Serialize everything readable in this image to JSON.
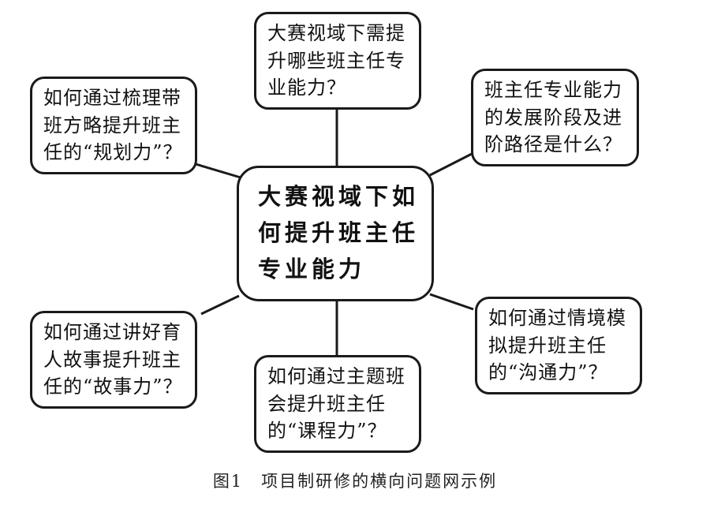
{
  "diagram": {
    "center": "大赛视域下如何提升班主任专业能力",
    "nodes": [
      {
        "id": "top",
        "text": "大赛视域下需提升哪些班主任专业能力？"
      },
      {
        "id": "upper-left",
        "text": "如何通过梳理带班方略提升班主任的“规划力”？"
      },
      {
        "id": "upper-right",
        "text": "班主任专业能力的发展阶段及进阶路径是什么？"
      },
      {
        "id": "lower-left",
        "text": "如何通过讲好育人故事提升班主任的“故事力”？"
      },
      {
        "id": "bottom",
        "text": "如何通过主题班会提升班主任的“课程力”？"
      },
      {
        "id": "lower-right",
        "text": "如何通过情境模拟提升班主任的“沟通力”？"
      }
    ]
  },
  "caption": "图1　项目制研修的横向问题网示例"
}
